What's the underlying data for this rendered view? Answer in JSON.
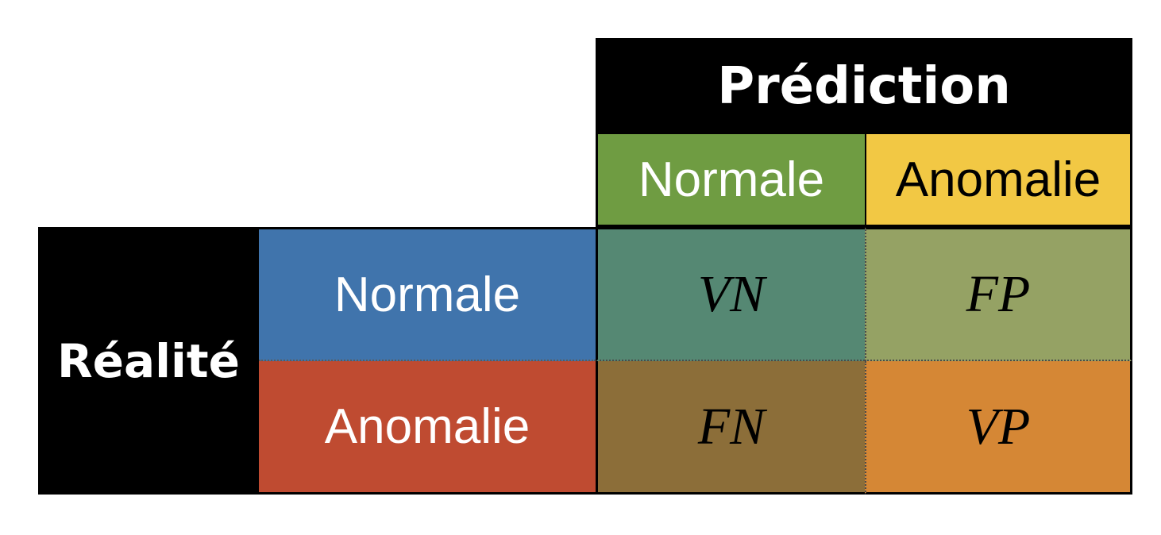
{
  "headers": {
    "prediction": "Prédiction",
    "reality": "Réalité"
  },
  "columns": [
    {
      "label": "Normale",
      "color": "#6f9c42"
    },
    {
      "label": "Anomalie",
      "color": "#f2c844"
    }
  ],
  "rows": [
    {
      "label": "Normale",
      "color": "#4074ac"
    },
    {
      "label": "Anomalie",
      "color": "#bf4b31"
    }
  ],
  "matrix": [
    [
      {
        "label": "VN",
        "color": "#558873"
      },
      {
        "label": "FP",
        "color": "#95a264"
      }
    ],
    [
      {
        "label": "FN",
        "color": "#8c6e39"
      },
      {
        "label": "VP",
        "color": "#d58735"
      }
    ]
  ]
}
